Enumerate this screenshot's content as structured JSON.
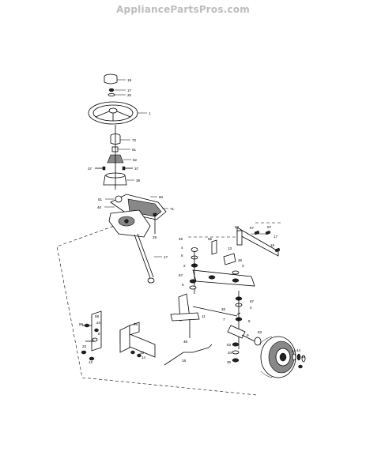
{
  "header": {
    "site_name": "AppliancePartsPros.com"
  },
  "callouts": [
    {
      "id": "c-19",
      "text": "19"
    },
    {
      "id": "c-17a",
      "text": "17"
    },
    {
      "id": "c-20",
      "text": "20"
    },
    {
      "id": "c-1",
      "text": "1"
    },
    {
      "id": "c-72",
      "text": "72"
    },
    {
      "id": "c-61",
      "text": "61"
    },
    {
      "id": "c-62",
      "text": "62"
    },
    {
      "id": "c-37a",
      "text": "37"
    },
    {
      "id": "c-37b",
      "text": "37"
    },
    {
      "id": "c-38",
      "text": "38"
    },
    {
      "id": "c-51",
      "text": "51"
    },
    {
      "id": "c-60",
      "text": "60"
    },
    {
      "id": "c-40",
      "text": "40"
    },
    {
      "id": "c-71",
      "text": "71"
    },
    {
      "id": "c-29",
      "text": "29"
    },
    {
      "id": "c-17b",
      "text": "17"
    },
    {
      "id": "c-48a",
      "text": "48"
    },
    {
      "id": "c-4a",
      "text": "4"
    },
    {
      "id": "c-6a",
      "text": "6"
    },
    {
      "id": "c-2",
      "text": "2"
    },
    {
      "id": "c-67a",
      "text": "67"
    },
    {
      "id": "c-5a",
      "text": "5"
    },
    {
      "id": "c-55",
      "text": "55"
    },
    {
      "id": "c-13",
      "text": "13"
    },
    {
      "id": "c-46",
      "text": "46"
    },
    {
      "id": "c-3",
      "text": "3"
    },
    {
      "id": "c-53",
      "text": "53"
    },
    {
      "id": "c-67b",
      "text": "67"
    },
    {
      "id": "c-57",
      "text": "57"
    },
    {
      "id": "c-17c",
      "text": "17"
    },
    {
      "id": "c-16",
      "text": "16"
    },
    {
      "id": "c-67c",
      "text": "67"
    },
    {
      "id": "c-4b",
      "text": "4"
    },
    {
      "id": "c-32",
      "text": "32"
    },
    {
      "id": "c-11",
      "text": "11"
    },
    {
      "id": "c-48b",
      "text": "48"
    },
    {
      "id": "c-7",
      "text": "7"
    },
    {
      "id": "c-5b",
      "text": "5"
    },
    {
      "id": "c-63",
      "text": "63"
    },
    {
      "id": "c-9",
      "text": "9"
    },
    {
      "id": "c-53b",
      "text": "53"
    },
    {
      "id": "c-34",
      "text": "34"
    },
    {
      "id": "c-35",
      "text": "35"
    },
    {
      "id": "c-42",
      "text": "42"
    },
    {
      "id": "c-44",
      "text": "44"
    },
    {
      "id": "c-45",
      "text": "45"
    },
    {
      "id": "c-58",
      "text": "58"
    },
    {
      "id": "c-24",
      "text": "24"
    },
    {
      "id": "c-66",
      "text": "66"
    },
    {
      "id": "c-8",
      "text": "8"
    },
    {
      "id": "c-26",
      "text": "26"
    },
    {
      "id": "c-15",
      "text": "15"
    },
    {
      "id": "c-14",
      "text": "14"
    },
    {
      "id": "c-23",
      "text": "23"
    },
    {
      "id": "c-12",
      "text": "12"
    },
    {
      "id": "c-18",
      "text": "18"
    }
  ]
}
